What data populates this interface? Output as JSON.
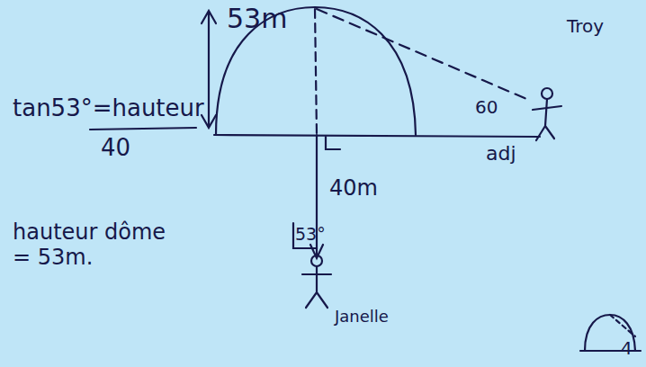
{
  "diagram": {
    "labels": [
      "53m",
      "tan53°=hauteur",
      "40",
      "hauteur dôme = 53m.",
      "40m",
      "53°",
      "Janelle",
      "Troy",
      "60",
      "adj",
      "4"
    ]
  }
}
